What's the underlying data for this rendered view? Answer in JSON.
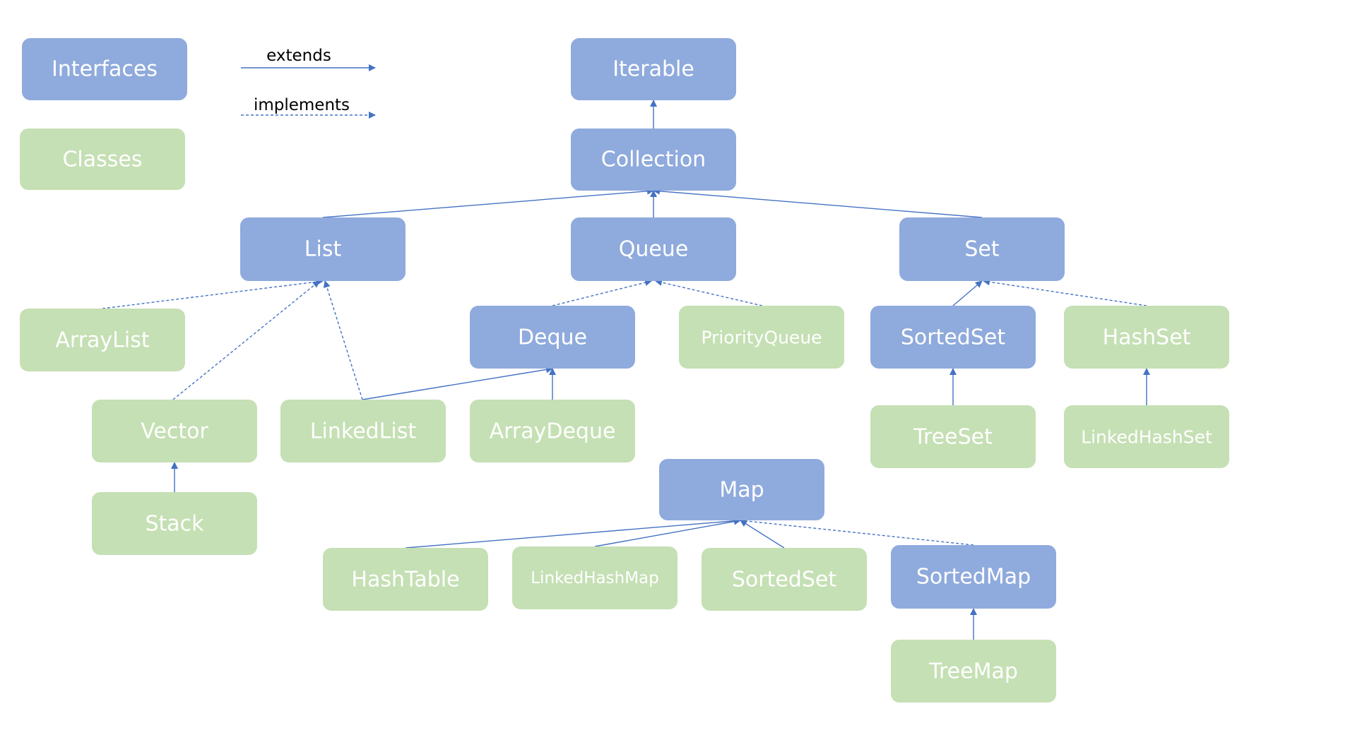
{
  "colors": {
    "interface": "#8faadc",
    "class": "#c5e0b4",
    "edge": "#4472c4",
    "label": "#ffffff"
  },
  "legend": {
    "interfaces": "Interfaces",
    "classes": "Classes",
    "extends": "extends",
    "implements": "implements"
  },
  "nodes": {
    "iterable": "Iterable",
    "collection": "Collection",
    "list": "List",
    "queue": "Queue",
    "set": "Set",
    "arraylist": "ArrayList",
    "deque": "Deque",
    "priorityqueue": "PriorityQueue",
    "sortedset": "SortedSet",
    "hashset": "HashSet",
    "vector": "Vector",
    "linkedlist": "LinkedList",
    "arraydeque": "ArrayDeque",
    "treeset": "TreeSet",
    "linkedhashset": "LinkedHashSet",
    "stack": "Stack",
    "map": "Map",
    "hashtable": "HashTable",
    "linkedhashmap": "LinkedHashMap",
    "map_sortedset": "SortedSet",
    "sortedmap": "SortedMap",
    "treemap": "TreeMap"
  },
  "edges": [
    {
      "from": "collection",
      "to": "iterable",
      "type": "extends"
    },
    {
      "from": "list",
      "to": "collection",
      "type": "extends"
    },
    {
      "from": "queue",
      "to": "collection",
      "type": "extends"
    },
    {
      "from": "set",
      "to": "collection",
      "type": "extends"
    },
    {
      "from": "arraylist",
      "to": "list",
      "type": "implements"
    },
    {
      "from": "vector",
      "to": "list",
      "type": "implements"
    },
    {
      "from": "linkedlist",
      "to": "list",
      "type": "implements"
    },
    {
      "from": "deque",
      "to": "queue",
      "type": "implements"
    },
    {
      "from": "priorityqueue",
      "to": "queue",
      "type": "implements"
    },
    {
      "from": "linkedlist",
      "to": "deque",
      "type": "extends"
    },
    {
      "from": "arraydeque",
      "to": "deque",
      "type": "extends"
    },
    {
      "from": "stack",
      "to": "vector",
      "type": "extends"
    },
    {
      "from": "sortedset",
      "to": "set",
      "type": "extends"
    },
    {
      "from": "hashset",
      "to": "set",
      "type": "implements"
    },
    {
      "from": "treeset",
      "to": "sortedset",
      "type": "extends"
    },
    {
      "from": "linkedhashset",
      "to": "hashset",
      "type": "extends"
    },
    {
      "from": "hashtable",
      "to": "map",
      "type": "extends"
    },
    {
      "from": "linkedhashmap",
      "to": "map",
      "type": "extends"
    },
    {
      "from": "map_sortedset",
      "to": "map",
      "type": "extends"
    },
    {
      "from": "sortedmap",
      "to": "map",
      "type": "implements"
    },
    {
      "from": "treemap",
      "to": "sortedmap",
      "type": "extends"
    }
  ]
}
